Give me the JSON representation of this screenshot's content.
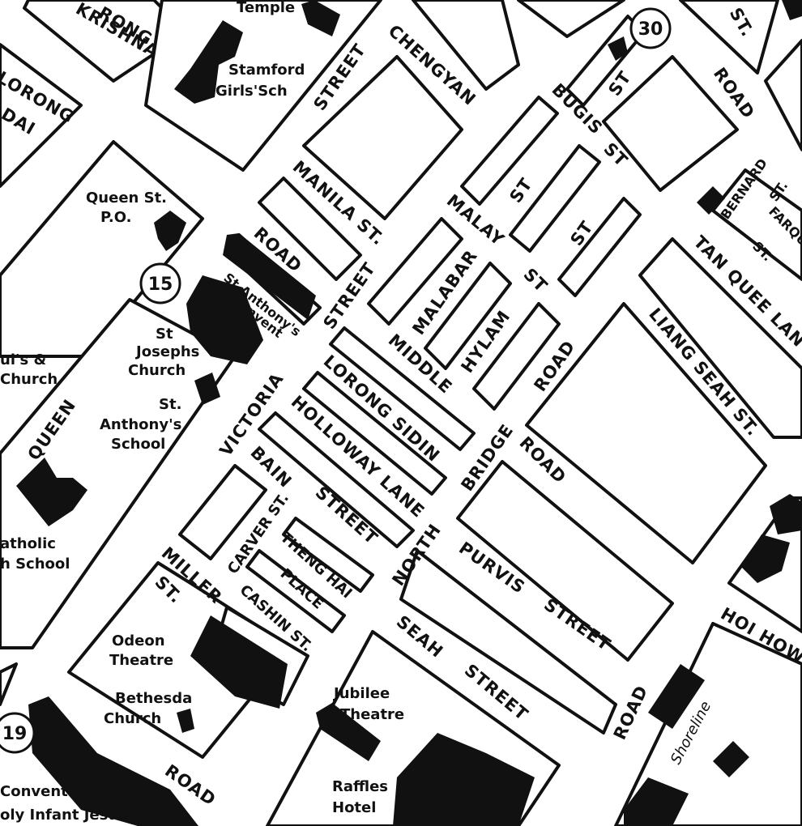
{
  "streets": {
    "krishna": "KRISHNA",
    "rong_top": "RONG",
    "lorong_left": "LORONG",
    "dai": "DAI",
    "street_top": "STREET",
    "chengyan": "CHENGYAN",
    "bugis_st": "BUGIS",
    "st_bugis": "ST",
    "st_a": "ST",
    "st_b": "ST",
    "st_right_top": "ST.",
    "road_top_right": "ROAD",
    "manila": "MANILA ST.",
    "malay": "MALAY",
    "st_malay1": "ST",
    "st_malay2": "ST",
    "st_malay3": "ST",
    "bernard": "BERNARD",
    "farquhar": "FARQUH",
    "st_far1": "ST.",
    "st_far2": "ST.",
    "tan_quee_lan": "TAN QUEE LAN",
    "road_left": "ROAD",
    "street_victoria_n": "STREET",
    "malabar": "MALABAR",
    "hylam": "HYLAM",
    "middle": "MIDDLE",
    "road_middle": "ROAD",
    "liang_seah": "LIANG SEAH ST.",
    "lorong_sidin": "LORONG SIDIN",
    "holloway": "HOLLOWAY LANE",
    "victoria": "VICTORIA",
    "bridge": "BRIDGE",
    "road_bridge": "ROAD",
    "queen": "QUEEN",
    "bain": "BAIN",
    "bain_street": "STREET",
    "carver": "CARVER ST.",
    "theng_hai": "THENG HAI",
    "place": "PLACE",
    "miller": "MILLER",
    "st_miller": "ST.",
    "cashin": "CASHIN ST.",
    "north": "NORTH",
    "purvis": "PURVIS",
    "purvis_street": "STREET",
    "hoi_how": "HOI HOW",
    "seah": "SEAH",
    "seah_street": "STREET",
    "road_lower_right": "ROAD",
    "road_bottom_left": "ROAD",
    "shoreline": "Shoreline"
  },
  "places": {
    "temple": "Temple",
    "stamford_1": "Stamford",
    "stamford_2": "Girls'Sch",
    "queen_po_1": "Queen St.",
    "queen_po_2": "P.O.",
    "st_anthonys_convent_1": "St.Anthony's",
    "st_anthonys_convent_2": "Convent",
    "st_josephs_1": "St",
    "st_josephs_2": "Josephs",
    "st_josephs_3": "Church",
    "pauls_1": "ul's &",
    "pauls_2": "Church",
    "st_anthonys_school_1": "St.",
    "st_anthonys_school_2": "Anthony's",
    "st_anthonys_school_3": "School",
    "catholic_1": "atholic",
    "catholic_2": "h School",
    "odeon_1": "Odeon",
    "odeon_2": "Theatre",
    "bethesda_1": "Bethesda",
    "bethesda_2": "Church",
    "jubilee_1": "Jubilee",
    "jubilee_2": "Theatre",
    "raffles_1": "Raffles",
    "raffles_2": "Hotel",
    "convent_1": "Convent  of the",
    "convent_2": "oly Infant Jesus"
  },
  "markers": {
    "m15": "15",
    "m19": "19",
    "m30": "30"
  }
}
